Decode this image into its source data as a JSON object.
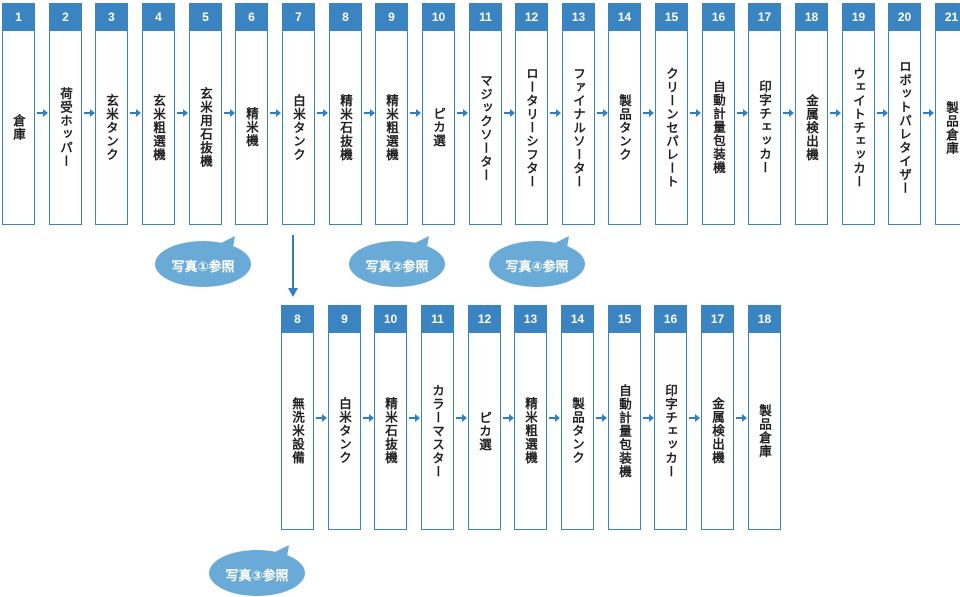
{
  "colors": {
    "accent": "#3a84c2",
    "bubble": "#6aaad6",
    "arrow": "#2f7fc1"
  },
  "main_line": [
    {
      "num": "1",
      "label": "倉庫"
    },
    {
      "num": "2",
      "label": "荷受ホッパー"
    },
    {
      "num": "3",
      "label": "玄米タンク"
    },
    {
      "num": "4",
      "label": "玄米粗選機"
    },
    {
      "num": "5",
      "label": "玄米用石抜機"
    },
    {
      "num": "6",
      "label": "精米機"
    },
    {
      "num": "7",
      "label": "白米タンク"
    },
    {
      "num": "8",
      "label": "精米石抜機"
    },
    {
      "num": "9",
      "label": "精米粗選機"
    },
    {
      "num": "10",
      "label": "ピカ選"
    },
    {
      "num": "11",
      "label": "マジックソーター"
    },
    {
      "num": "12",
      "label": "ロータリーシフター"
    },
    {
      "num": "13",
      "label": "ファイナルソーター"
    },
    {
      "num": "14",
      "label": "製品タンク"
    },
    {
      "num": "15",
      "label": "クリーンセパレート"
    },
    {
      "num": "16",
      "label": "自動計量包装機"
    },
    {
      "num": "17",
      "label": "印字チェッカー"
    },
    {
      "num": "18",
      "label": "金属検出機"
    },
    {
      "num": "19",
      "label": "ウェイトチェッカー"
    },
    {
      "num": "20",
      "label": "ロボットパレタイザー"
    },
    {
      "num": "21",
      "label": "製品倉庫"
    }
  ],
  "branch_line": [
    {
      "num": "8",
      "label": "無洗米設備"
    },
    {
      "num": "9",
      "label": "白米タンク"
    },
    {
      "num": "10",
      "label": "精米石抜機"
    },
    {
      "num": "11",
      "label": "カラーマスター"
    },
    {
      "num": "12",
      "label": "ピカ選"
    },
    {
      "num": "13",
      "label": "精米粗選機"
    },
    {
      "num": "14",
      "label": "製品タンク"
    },
    {
      "num": "15",
      "label": "自動計量包装機"
    },
    {
      "num": "16",
      "label": "印字チェッカー"
    },
    {
      "num": "17",
      "label": "金属検出機"
    },
    {
      "num": "18",
      "label": "製品倉庫"
    }
  ],
  "photo_notes": [
    {
      "label": "写真①参照"
    },
    {
      "label": "写真②参照"
    },
    {
      "label": "写真④参照"
    },
    {
      "label": "写真③参照"
    }
  ]
}
